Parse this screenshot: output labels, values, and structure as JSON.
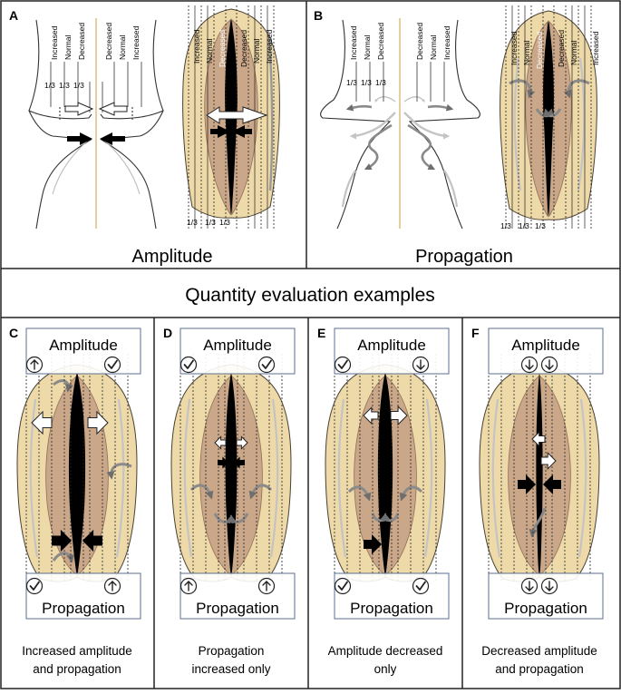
{
  "colors": {
    "tissue": "#eed9a8",
    "tissue_edge": "#4a4033",
    "inner_fold": "#c9a788",
    "inner_fold_dark": "#8f6f5a",
    "glottis": "#000000",
    "midline": "#d8b56a",
    "wave": "#8a8a8a",
    "wave_light": "#c4c4c4",
    "frame": "#222222",
    "box_border": "#5c6f8f"
  },
  "panel_a": {
    "letter": "A",
    "caption": "Amplitude",
    "left_levels": [
      "Increased",
      "Normal",
      "Decreased"
    ],
    "right_levels": [
      "Decreased",
      "Normal",
      "Increased"
    ],
    "thirds": [
      "1/3",
      "1/3",
      "1/3"
    ]
  },
  "panel_b": {
    "letter": "B",
    "caption": "Propagation",
    "left_levels": [
      "Increased",
      "Normal",
      "Decreased"
    ],
    "right_levels": [
      "Decreased",
      "Normal",
      "Increased"
    ],
    "thirds": [
      "1/3",
      "1/3",
      "1/3"
    ]
  },
  "section_title": "Quantity evaluation examples",
  "examples": [
    {
      "letter": "C",
      "amp_label": "Amplitude",
      "prop_label": "Propagation",
      "amp_marks": [
        "up-arrow-icon",
        "check-icon"
      ],
      "prop_marks": [
        "check-icon",
        "up-arrow-icon"
      ],
      "caption_line1": "Increased amplitude",
      "caption_line2": "and propagation"
    },
    {
      "letter": "D",
      "amp_label": "Amplitude",
      "prop_label": "Propagation",
      "amp_marks": [
        "check-icon",
        "check-icon"
      ],
      "prop_marks": [
        "up-arrow-icon",
        "up-arrow-icon"
      ],
      "caption_line1": "Propagation",
      "caption_line2": "increased only"
    },
    {
      "letter": "E",
      "amp_label": "Amplitude",
      "prop_label": "Propagation",
      "amp_marks": [
        "check-icon",
        "down-arrow-icon"
      ],
      "prop_marks": [
        "check-icon",
        "check-icon"
      ],
      "caption_line1": "Amplitude decreased",
      "caption_line2": "only"
    },
    {
      "letter": "F",
      "amp_label": "Amplitude",
      "prop_label": "Propagation",
      "amp_marks": [
        "down-arrow-icon",
        "down-arrow-icon"
      ],
      "prop_marks": [
        "down-arrow-icon",
        "down-arrow-icon"
      ],
      "caption_line1": "Decreased amplitude",
      "caption_line2": "and propagation"
    }
  ]
}
